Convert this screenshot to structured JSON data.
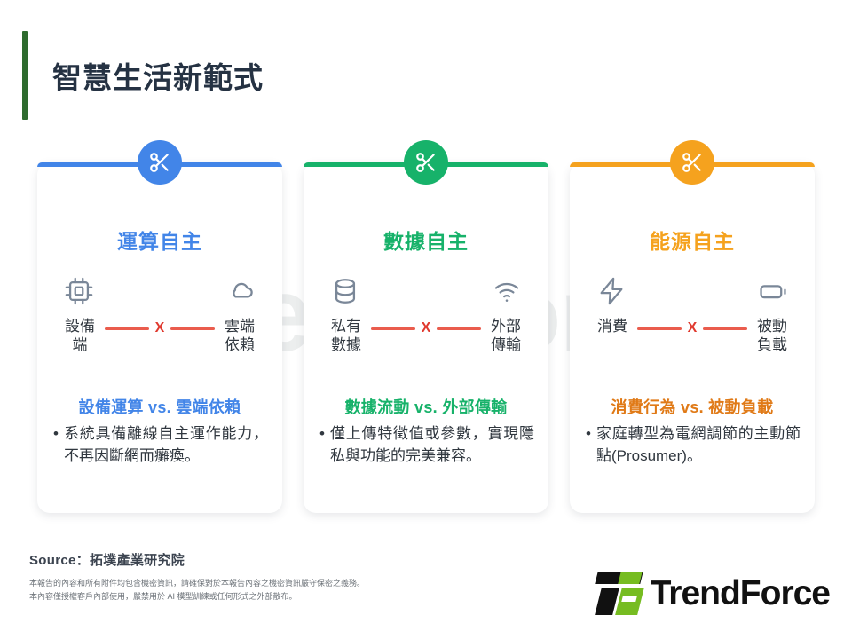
{
  "header": {
    "title": "智慧生活新範式",
    "accent_color": "#2e6b2e"
  },
  "watermark": {
    "text": "TrendForce"
  },
  "cards": [
    {
      "badge_icon": "scissors-icon",
      "color": "#4285e8",
      "title": "運算自主",
      "left_icon": "chip-icon",
      "left_label": "設備\n端",
      "right_icon": "cloud-icon",
      "right_label": "雲端\n依賴",
      "divider_mark": "X",
      "vs_title": "設備運算 vs. 雲端依賴",
      "bullet": "系統具備離線自主運作能力，不再因斷網而癱瘓。"
    },
    {
      "badge_icon": "scissors-icon",
      "color": "#17b26a",
      "title": "數據自主",
      "left_icon": "database-icon",
      "left_label": "私有\n數據",
      "right_icon": "wifi-icon",
      "right_label": "外部\n傳輸",
      "divider_mark": "X",
      "vs_title": "數據流動 vs. 外部傳輸",
      "bullet": "僅上傳特徵值或參數，實現隱私與功能的完美兼容。"
    },
    {
      "badge_icon": "scissors-icon",
      "color": "#f5a21e",
      "title": "能源自主",
      "left_icon": "lightning-icon",
      "left_label": "消費",
      "right_icon": "battery-icon",
      "right_label": "被動\n負載",
      "divider_mark": "X",
      "vs_title": "消費行為 vs. 被動負載",
      "bullet": "家庭轉型為電網調節的主動節點(Prosumer)。"
    }
  ],
  "footer": {
    "source": "Source：拓墣產業研究院",
    "disclaimer_line1": "本報告的內容和所有附件均包含機密資訊，請確保對於本報告內容之機密資訊嚴守保密之義務。",
    "disclaimer_line2": "本內容僅授權客戶內部使用，嚴禁用於 AI 模型訓練或任何形式之外部散布。"
  },
  "logo": {
    "text": "TrendForce",
    "mark_dark": "#111111",
    "mark_green": "#76bc21"
  }
}
